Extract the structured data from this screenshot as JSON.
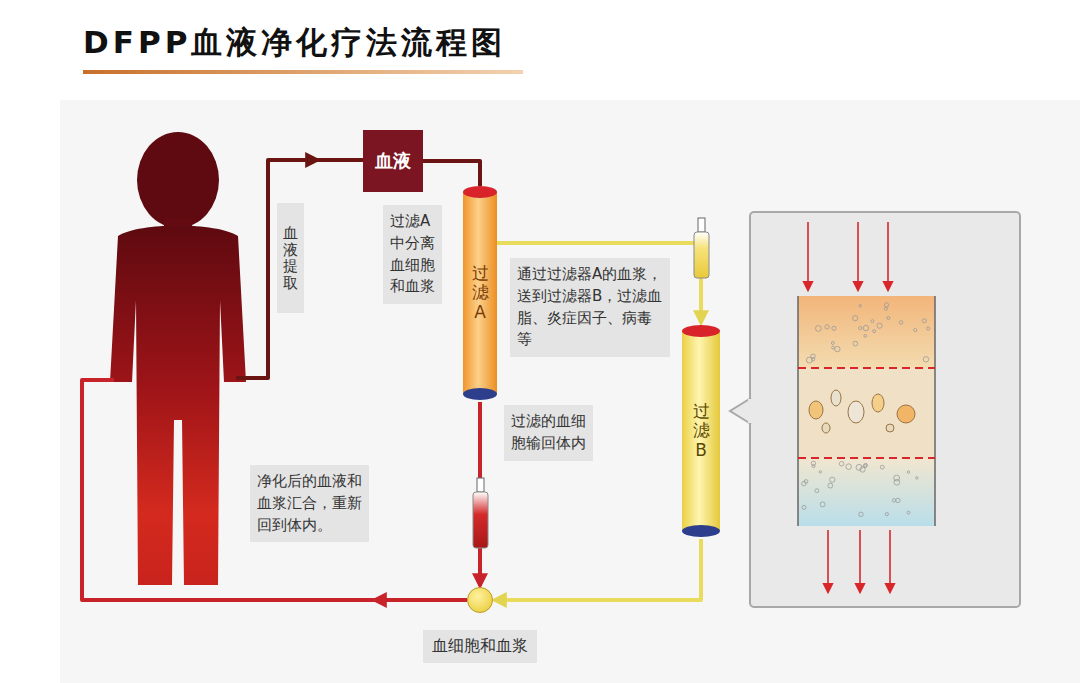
{
  "diagram": {
    "title": "DFPP血液净化疗法流程图",
    "nodes": [
      {
        "text": [
          "血液"
        ]
      },
      {
        "text": [
          "过滤A"
        ]
      },
      {
        "text": [
          "过滤B"
        ]
      },
      {
        "text": [
          "血细胞和血浆"
        ]
      },
      {
        "text": [
          "血液提取"
        ]
      },
      {
        "text": [
          "过滤A中分离血细胞和血浆"
        ]
      },
      {
        "text": [
          "通过过滤器A的血浆，送到过滤器B，过滤血脂、炎症因子、病毒等"
        ]
      },
      {
        "text": [
          "过滤的血细胞输回体内"
        ]
      },
      {
        "text": [
          "净化后的血液和血浆汇合，重新回到体内。"
        ]
      }
    ],
    "edges": [
      {
        "from": 0,
        "to": 1,
        "arrow": "none"
      },
      {
        "from": 1,
        "to": 2,
        "arrow": "to"
      },
      {
        "from": 1,
        "to": 3,
        "arrow": "to"
      },
      {
        "from": 2,
        "to": 3,
        "arrow": "to"
      }
    ]
  }
}
